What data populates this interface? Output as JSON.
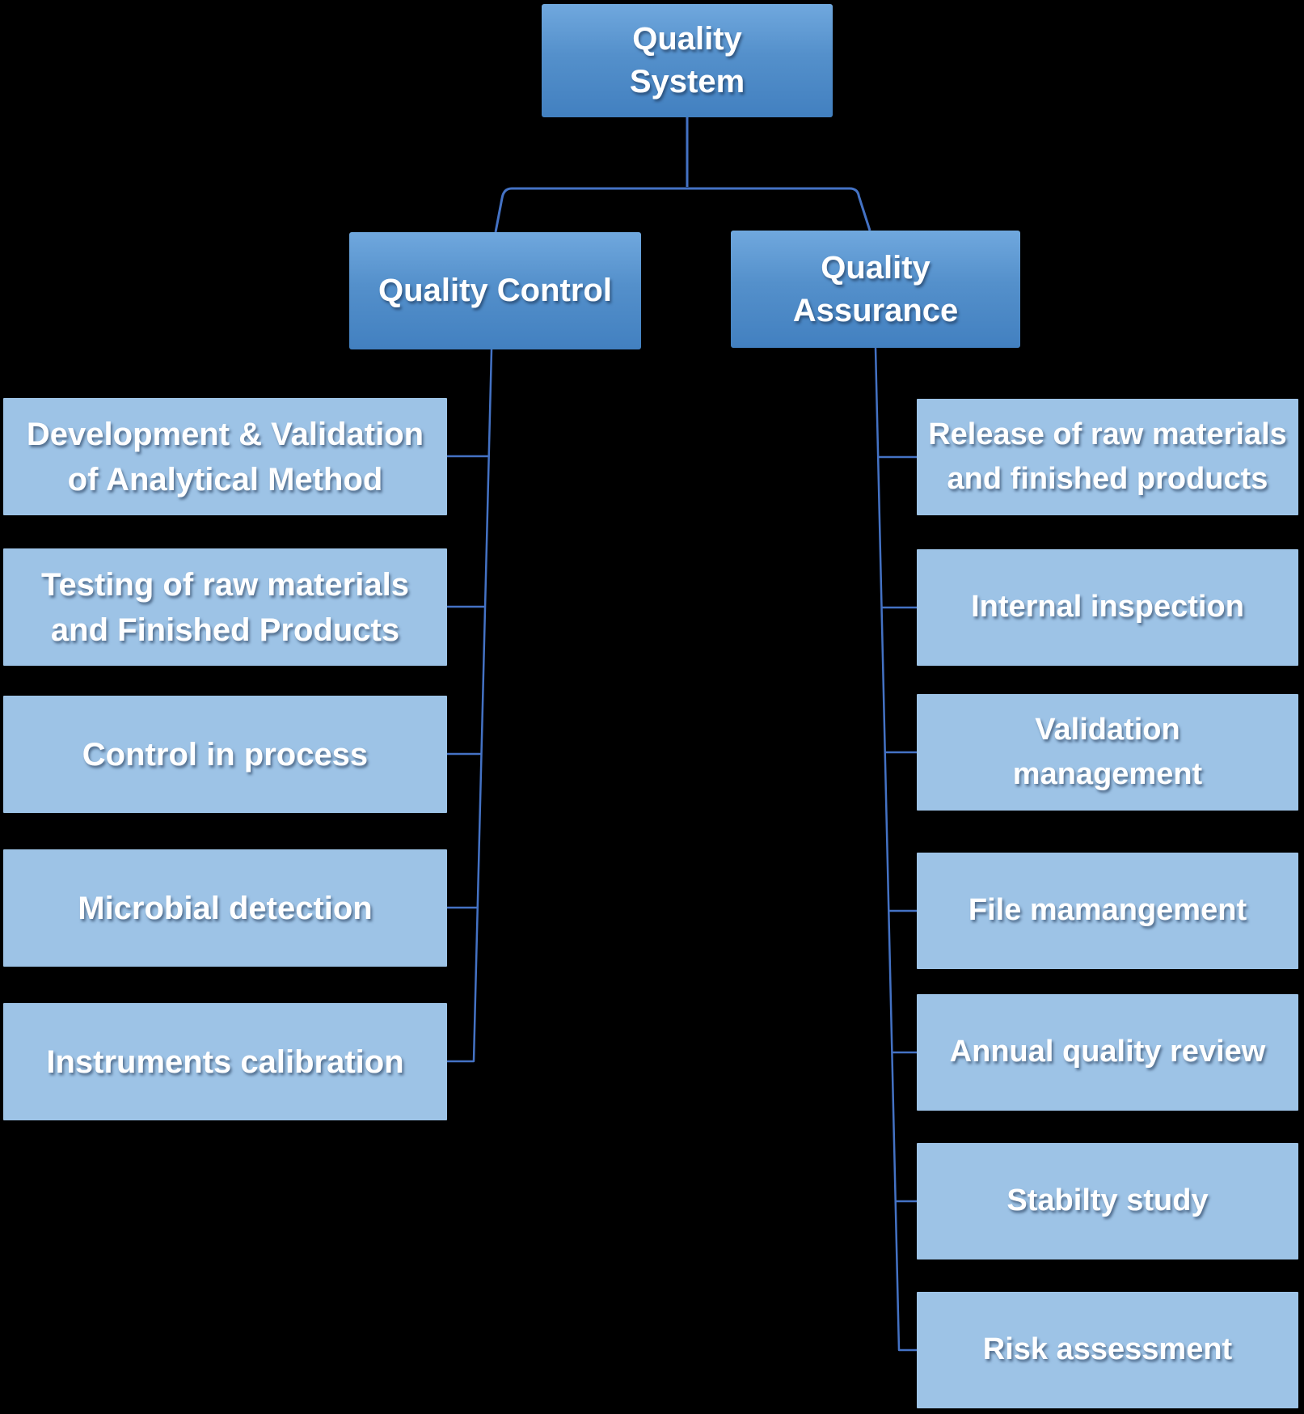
{
  "diagram": {
    "type": "org-chart",
    "background_color": "#000000",
    "colors": {
      "branch_box_gradient_top": "#70A8DE",
      "branch_box_gradient_bottom": "#4280C0",
      "leaf_box": "#9DC3E6",
      "connector": "#4472C4",
      "text": "#FFFFFF"
    },
    "root": {
      "label": "Quality\nSystem"
    },
    "branches": [
      {
        "label": "Quality Control",
        "children": [
          {
            "label": "Development & Validation\nof Analytical Method"
          },
          {
            "label": "Testing of raw materials\nand Finished Products"
          },
          {
            "label": "Control in process"
          },
          {
            "label": "Microbial detection"
          },
          {
            "label": "Instruments calibration"
          }
        ]
      },
      {
        "label": "Quality\nAssurance",
        "children": [
          {
            "label": "Release of raw materials\nand finished products"
          },
          {
            "label": "Internal inspection"
          },
          {
            "label": "Validation\nmanagement"
          },
          {
            "label": "File mamangement"
          },
          {
            "label": "Annual quality review"
          },
          {
            "label": "Stabilty study"
          },
          {
            "label": "Risk assessment"
          }
        ]
      }
    ]
  }
}
